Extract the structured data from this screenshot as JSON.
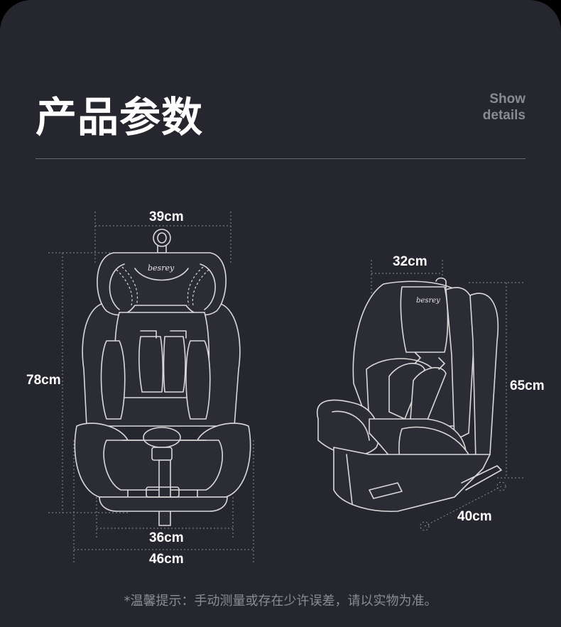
{
  "header": {
    "title": "产品参数",
    "subtitle_line1": "Show",
    "subtitle_line2": "details"
  },
  "front_view": {
    "brand": "besrey",
    "width_top": "39cm",
    "height": "78cm",
    "width_inner": "36cm",
    "width_base": "46cm"
  },
  "side_view": {
    "brand": "besrey",
    "width_top": "32cm",
    "height": "65cm",
    "depth": "40cm"
  },
  "footer": {
    "disclaimer": "*温馨提示：手动测量或存在少许误差，请以实物为准。"
  }
}
